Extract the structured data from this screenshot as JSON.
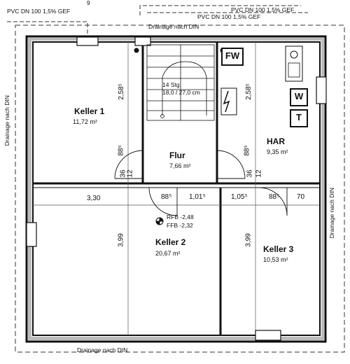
{
  "pipes": {
    "top_left": "PVC DN 100 1,5% GEF",
    "top_right_1": "PVC DN 100 1,5% GEF",
    "top_right_2": "PVC DN 100 1,5% GEF"
  },
  "drainage": {
    "top": "Drainage nach DIN",
    "bottom": "Drainage nach DIN",
    "left": "Drainage nach DIN",
    "right": "Drainage nach DIN"
  },
  "rooms": [
    {
      "name": "Keller 1",
      "area": "11,72 m²"
    },
    {
      "name": "Flur",
      "area": "7,66 m²"
    },
    {
      "name": "HAR",
      "area": "9,35 m²"
    },
    {
      "name": "Keller 2",
      "area": "20,67 m²"
    },
    {
      "name": "Keller 3",
      "area": "10,53 m²"
    }
  ],
  "stair": {
    "steps": "14 Stg.",
    "ratio": "18,0 / 27,0 cm"
  },
  "fixtures": {
    "fw": "FW",
    "w": "W",
    "t": "T"
  },
  "levels": {
    "rfb": "RFB -2,48",
    "ffb": "FFB -2,32"
  },
  "dimensions": {
    "h_330": "3,30",
    "h_885a": "88⁵",
    "h_1015": "1,01⁵",
    "h_1055": "1,05⁵",
    "h_885b": "88⁵",
    "h_70": "70",
    "v_258a": "2,58⁵",
    "v_258b": "2,58⁵",
    "v_885a": "88⁵",
    "v_885b": "88⁵",
    "v_36a": "36",
    "v_36b": "36",
    "v_12a": "12",
    "v_12b": "12",
    "v_399a": "3,99",
    "v_399b": "3,99",
    "top_edge": "9"
  }
}
